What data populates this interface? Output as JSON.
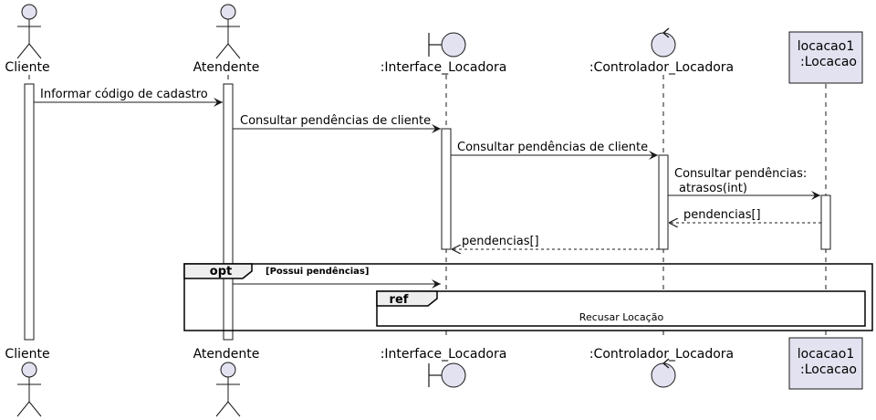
{
  "participants": {
    "cliente": "Cliente",
    "atendente": "Atendente",
    "interface": ":Interface_Locadora",
    "controlador": ":Controlador_Locadora",
    "locacao_line1": "locacao1",
    "locacao_line2": ":Locacao"
  },
  "messages": {
    "m1": "Informar código de cadastro",
    "m2": "Consultar pendências de cliente",
    "m3": "Consultar pendências de cliente",
    "m4_line1": "Consultar pendências:",
    "m4_line2": "atrasos(int)",
    "m5": "pendencias[]",
    "m6": "pendencias[]"
  },
  "fragments": {
    "opt_keyword": "opt",
    "opt_guard": "[Possui pendências]",
    "ref_keyword": "ref",
    "ref_text": "Recusar Locação"
  },
  "colors": {
    "participant_fill": "#e2e2f0",
    "stroke": "#181818",
    "fragment_tab": "#eeeeee"
  }
}
